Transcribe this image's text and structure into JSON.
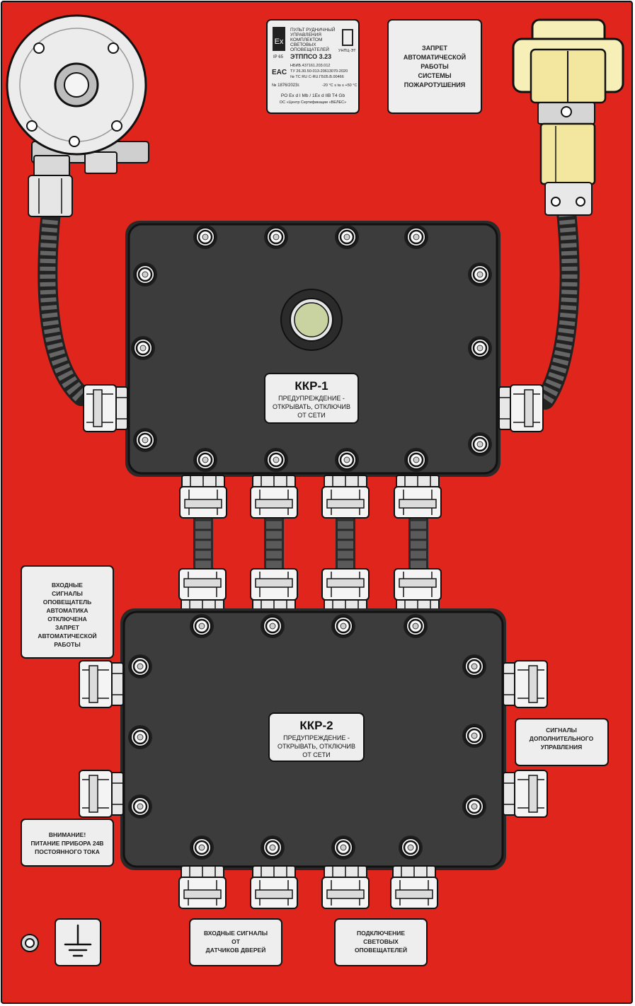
{
  "colors": {
    "panel": "#e0261c",
    "box": "#3a3a3a",
    "plate": "#eeeeee",
    "lamp": "#c9d3a2",
    "cable": "#555555",
    "siren_body": "#e4e4e4",
    "valve_body": "#f6efb8"
  },
  "icons": [
    "ground-icon",
    "bolt-icon",
    "gland-icon",
    "siren-icon",
    "valve-icon",
    "lamp-icon"
  ],
  "id_plate": {
    "line1": "ПУЛЬТ  РУДНИЧНЫЙ",
    "line2": "УПРАВЛЕНИЯ",
    "line3": "КОМПЛЕКТОМ",
    "line4": "СВЕТОВЫХ",
    "line5": "ОПОВЕЩАТЕЛЕЙ",
    "model": "ЭТППСО 3.23",
    "doc": "НБИБ.437161.203.012",
    "tu": "ТУ 26.30.50-013-20613070-2020",
    "cert": "№ ТС RU С-RU.ГБ05.В.00466",
    "serial": "№ 1876/2023г.",
    "temp": "-20 °C ≤ ta ≤ +50 °C",
    "marking": "PO Ex d I Mb / 1Ex d IIB T4 Gb",
    "cert_center": "ОС «Центр Сертификации «ВЕЛЕС»",
    "ip": "IP 65",
    "eac": "EAC",
    "maker": "УНПЦ-ЭТ"
  },
  "ban_plate": [
    "ЗАПРЕТ",
    "АВТОМАТИЧЕСКОЙ",
    "РАБОТЫ",
    "СИСТЕМЫ",
    "ПОЖАРОТУШЕНИЯ"
  ],
  "kkr1": {
    "title": "ККР-1",
    "warn": [
      "ПРЕДУПРЕЖДЕНИЕ -",
      "ОТКРЫВАТЬ, ОТКЛЮЧИВ",
      "ОТ СЕТИ"
    ]
  },
  "kkr2": {
    "title": "ККР-2",
    "warn": [
      "ПРЕДУПРЕЖДЕНИЕ -",
      "ОТКРЫВАТЬ, ОТКЛЮЧИВ",
      "ОТ СЕТИ"
    ]
  },
  "input_signals_plate": [
    "ВХОДНЫЕ",
    "СИГНАЛЫ",
    "ОПОВЕЩАТЕЛЬ",
    "АВТОМАТИКА",
    "ОТКЛЮЧЕНА",
    "ЗАПРЕТ",
    "АВТОМАТИЧЕСКОЙ",
    "РАБОТЫ"
  ],
  "extra_control_plate": [
    "СИГНАЛЫ",
    "ДОПОЛНИТЕЛЬНОГО",
    "УПРАВЛЕНИЯ"
  ],
  "power_plate": [
    "ВНИМАНИЕ!",
    "ПИТАНИЕ ПРИБОРА 24В",
    "ПОСТОЯННОГО ТОКА"
  ],
  "door_sensors_plate": [
    "ВХОДНЫЕ СИГНАЛЫ",
    "ОТ",
    "ДАТЧИКОВ ДВЕРЕЙ"
  ],
  "light_plate": [
    "ПОДКЛЮЧЕНИЕ",
    "СВЕТОВЫХ",
    "ОПОВЕЩАТЕЛЕЙ"
  ]
}
